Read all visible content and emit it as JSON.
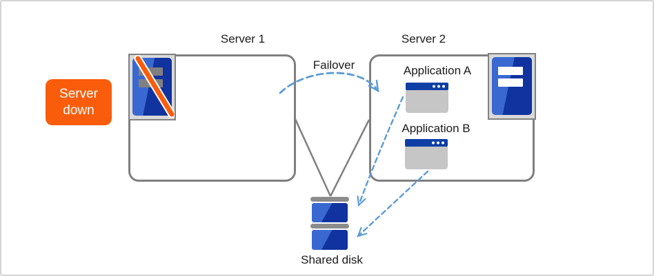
{
  "diagram": {
    "badge": {
      "label": "Server down"
    },
    "server1": {
      "title": "Server 1"
    },
    "server2": {
      "title": "Server 2",
      "app_a": "Application A",
      "app_b": "Application B"
    },
    "failover_label": "Failover",
    "shared_disk_label": "Shared disk"
  },
  "icons": {
    "server1_status": "failed-server-icon",
    "server2_status": "server-icon",
    "applications": "app-window-icon",
    "storage": "shared-disk-icon"
  },
  "colors": {
    "accent-orange": "#F95D0C",
    "arrow-blue": "#5B9BD5",
    "box-border": "#7F7F7F",
    "plate-fill": "#D9D9D9",
    "plate-border": "#808080",
    "server-blue-light": "#3968D1",
    "server-blue-dark": "#10339F",
    "bar-gray": "#808080",
    "app-titlebar": "#0D3FA6",
    "app-body": "#C6C6C6",
    "disk-cap": "#8C8C8C",
    "text": "#1A1A1A",
    "canvas-border": "#D4D4D4"
  }
}
